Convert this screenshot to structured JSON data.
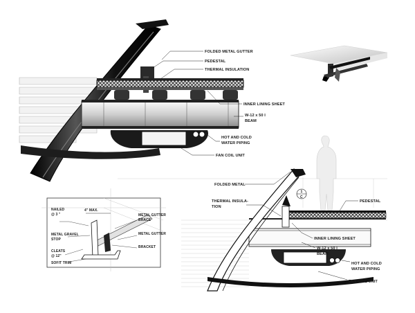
{
  "top_section": {
    "labels": [
      "FOLDED METAL GUTTER",
      "PEDESTAL",
      "THERMAL INSULATION",
      "INNER LINING SHEET",
      "W-12 x 50 I",
      "BEAM",
      "HOT AND COLD",
      "WATER PIPING",
      "FAN COIL UNIT"
    ]
  },
  "detail": {
    "labels": [
      "NAILED",
      "@ 3 \"",
      "4\" MAX.",
      "METAL GUTTER",
      "BRACE",
      "METAL GRAVEL",
      "STOP",
      "METAL GUTTER",
      "CLEATS",
      "@ 12\"",
      "BRACKET",
      "SOFIT TRIM"
    ]
  },
  "section": {
    "labels": [
      "FOLDED METAL",
      "THERMAL INSULA-",
      "TION",
      "PEDESTAL",
      "INNER LINING SHEET",
      "W-12 x 50 I",
      "BEAM",
      "HOT AND COLD",
      "WATER PIPING",
      "FAN COIL UNIT",
      "1",
      "C"
    ]
  }
}
